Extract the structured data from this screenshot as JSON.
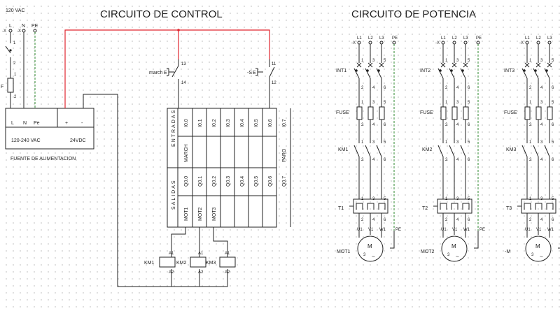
{
  "titles": {
    "control": "CIRCUITO DE CONTROL",
    "power": "CIRCUITO DE POTENCIA"
  },
  "supply": {
    "voltage": "120 VAC",
    "line_labels": [
      "L",
      "N",
      "PE"
    ],
    "terminal_prefix": "-X",
    "switch_pin_top": "1",
    "switch_pin_bottom": "2",
    "fuse_label": "F",
    "fuse_pin_top": "1",
    "fuse_pin_bottom": "2"
  },
  "power_supply": {
    "inputs": [
      "L",
      "N",
      "Pe"
    ],
    "outputs": [
      "+",
      "-"
    ],
    "input_rating": "120-240 VAC",
    "output_rating": "24VDC",
    "caption": "FUENTE DE ALIMENTACION"
  },
  "control": {
    "start_button": {
      "label": "march",
      "prefix": "E",
      "pin_top": "13",
      "pin_bottom": "14"
    },
    "stop_button": {
      "label": "-S",
      "prefix": "E",
      "pin_top": "11",
      "pin_bottom": "12"
    },
    "plc": {
      "inputs_title": "ENTRADAS",
      "outputs_title": "SALIDAS",
      "input_addresses": [
        "I0.0",
        "I0.1",
        "I0.2",
        "I0.3",
        "I0.4",
        "I0.5",
        "I0.6",
        "I0.7"
      ],
      "input_tags": [
        "MARCH",
        "",
        "",
        "",
        "",
        "",
        "",
        "PARO"
      ],
      "output_addresses": [
        "Q0.0",
        "Q0.1",
        "Q0.2",
        "Q0.3",
        "Q0.4",
        "Q0.5",
        "Q0.6",
        "Q0.7"
      ],
      "output_tags": [
        "MOT1",
        "MOT2",
        "MOT3",
        "",
        "",
        "",
        "",
        ""
      ]
    },
    "coils": [
      {
        "left_tag": "KM1",
        "right_tag": "KM2",
        "a1": "A1",
        "a2": "A2"
      },
      {
        "left_tag": "",
        "right_tag": "KM3",
        "a1": "A1",
        "a2": "A2"
      },
      {
        "left_tag": "",
        "right_tag": "",
        "a1": "A1",
        "a2": "A2"
      }
    ]
  },
  "power": {
    "circuits": [
      {
        "breaker": "INT1",
        "fuse": "FUSE",
        "contactor": "KM1",
        "overload": "T1",
        "motor": "MOT1"
      },
      {
        "breaker": "INT2",
        "fuse": "FUSE",
        "contactor": "KM2",
        "overload": "T2",
        "motor": "MOT2"
      },
      {
        "breaker": "INT3",
        "fuse": "FUSE",
        "contactor": "KM3",
        "overload": "T3",
        "motor": "-M"
      }
    ],
    "terminal_prefix": "-X",
    "phases": [
      "L1",
      "L2",
      "L3",
      "PE"
    ],
    "pins_top": [
      "1",
      "3",
      "5"
    ],
    "pins_bottom": [
      "2",
      "4",
      "6"
    ],
    "motor_terminals": [
      "U1",
      "V1",
      "W1",
      "PE"
    ],
    "motor_letter": "M",
    "motor_phases": "3",
    "motor_ac": "~"
  },
  "colors": {
    "wire": "#222222",
    "supply_wire": "#e0262f",
    "earth_wire": "#2f8a2f",
    "grid_dot": "#c4c4c4"
  }
}
